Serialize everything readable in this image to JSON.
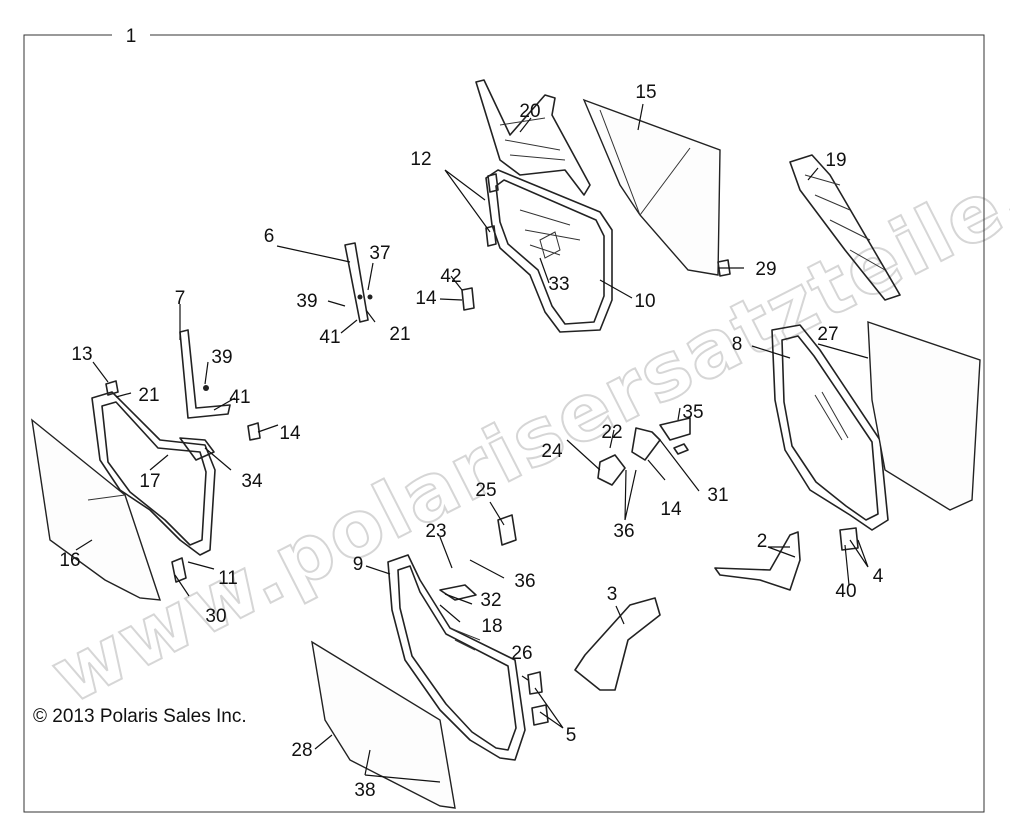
{
  "diagram": {
    "assembly_number": "1",
    "copyright": "© 2013 Polaris Sales Inc.",
    "watermark": "www.polarisersatzteile.de",
    "callouts": [
      "1",
      "2",
      "3",
      "4",
      "5",
      "6",
      "7",
      "8",
      "9",
      "10",
      "11",
      "12",
      "13",
      "14",
      "15",
      "16",
      "17",
      "18",
      "19",
      "20",
      "21",
      "22",
      "23",
      "24",
      "25",
      "26",
      "27",
      "28",
      "29",
      "30",
      "31",
      "32",
      "33",
      "34",
      "35",
      "36",
      "37",
      "38",
      "39",
      "40",
      "41",
      "42"
    ]
  }
}
